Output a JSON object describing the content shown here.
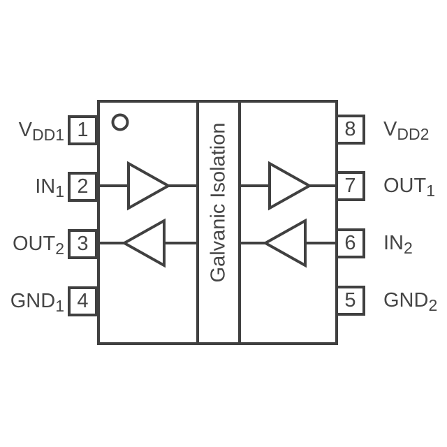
{
  "diagram": {
    "isolation_label": "Galvanic Isolation",
    "pin1_marker": "circle-outline-icon",
    "buffers": [
      {
        "name": "channel1-left-buffer",
        "direction": "right"
      },
      {
        "name": "channel2-left-buffer",
        "direction": "left"
      },
      {
        "name": "channel1-right-buffer",
        "direction": "right"
      },
      {
        "name": "channel2-right-buffer",
        "direction": "left"
      }
    ]
  },
  "colors": {
    "stroke": "#404040",
    "text": "#454545",
    "background": "#ffffff"
  },
  "pins": {
    "left": [
      {
        "number": "1",
        "label_main": "V",
        "label_sub": "DD1"
      },
      {
        "number": "2",
        "label_main": "IN",
        "label_sub": "1"
      },
      {
        "number": "3",
        "label_main": "OUT",
        "label_sub": "2"
      },
      {
        "number": "4",
        "label_main": "GND",
        "label_sub": "1"
      }
    ],
    "right": [
      {
        "number": "8",
        "label_main": "V",
        "label_sub": "DD2"
      },
      {
        "number": "7",
        "label_main": "OUT",
        "label_sub": "1"
      },
      {
        "number": "6",
        "label_main": "IN",
        "label_sub": "2"
      },
      {
        "number": "5",
        "label_main": "GND",
        "label_sub": "2"
      }
    ]
  }
}
